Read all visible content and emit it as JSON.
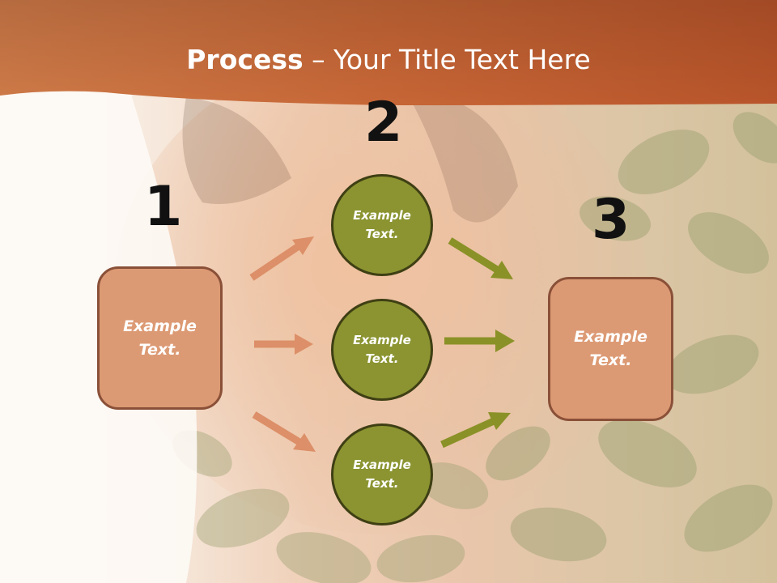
{
  "title": {
    "bold": "Process",
    "separator": " – ",
    "regular": "Your Title Text Here"
  },
  "steps": {
    "one": "1",
    "two": "2",
    "three": "3"
  },
  "left_box": {
    "text": "Example\nText."
  },
  "circles": [
    {
      "text": "Example\nText."
    },
    {
      "text": "Example\nText."
    },
    {
      "text": "Example\nText."
    }
  ],
  "right_box": {
    "text": "Example\nText."
  },
  "colors": {
    "header": "#c0602c",
    "box_fill": "#dc9a74",
    "box_border": "#8a5038",
    "circle_fill": "#8b9431",
    "circle_border": "#3f3f14",
    "orange_arrow": "#dc8f68",
    "green_arrow": "#8a9127"
  }
}
